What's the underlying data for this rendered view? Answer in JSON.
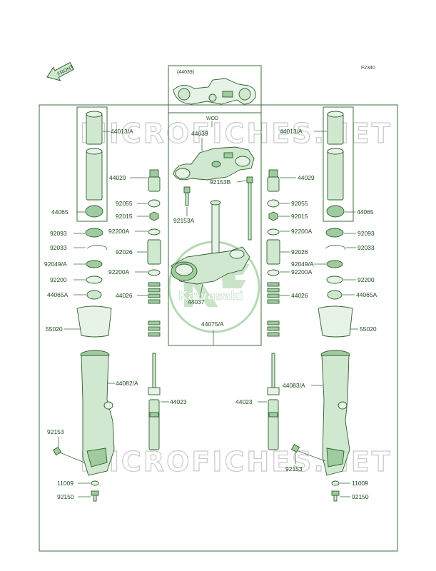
{
  "figure_code": "F2340",
  "front_arrow": "FRONT",
  "inset_label": "(44039)",
  "wod_label": "WOD",
  "watermark": "MICROFICHES.NET",
  "logo_text": "Kawasaki",
  "parts": {
    "p44039": "44039",
    "p92153b": "92153B",
    "p92153a": "92153A",
    "p44037": "44037",
    "p44075a": "44075/A",
    "p44013a": "44013/A",
    "p44065": "44065",
    "p44029": "44029",
    "p92055": "92055",
    "p92015": "92015",
    "p92093": "92093",
    "p92200a": "92200A",
    "p92033": "92033",
    "p92026": "92026",
    "p92049a": "92049/A",
    "p92200": "92200",
    "p44065a": "44065A",
    "p44026": "44026",
    "p55020": "55020",
    "p44082a": "44082/A",
    "p44083a": "44083/A",
    "p44023": "44023",
    "p92153": "92153",
    "p11009": "11009",
    "p92150": "92150"
  }
}
